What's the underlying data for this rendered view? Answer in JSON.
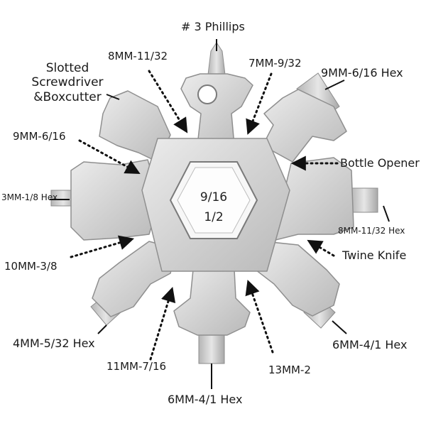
{
  "labels": {
    "phillips": "# 3 Phillips",
    "mm8_top": "8MM-11/32",
    "mm7": "7MM-9/32",
    "mm9_hex": "9MM-6/16 Hex",
    "slotted": "Slotted\nScrewdriver\n&Boxcutter",
    "mm9": "9MM-6/16",
    "bottle": "Bottle Opener",
    "mm3_hex": "3MM-1/8 Hex",
    "center_top": "9/16",
    "center_bottom": "1/2",
    "mm8_hex": "8MM-11/32 Hex",
    "mm10": "10MM-3/8",
    "twine": "Twine Knife",
    "mm4_hex": "4MM-5/32 Hex",
    "mm6_hex_right": "6MM-4/1 Hex",
    "mm11": "11MM-7/16",
    "mm13": "13MM-2",
    "mm6_hex_bottom": "6MM-4/1 Hex"
  },
  "colors": {
    "metal_light": "#e4e4e4",
    "metal_mid": "#c9c9c9",
    "metal_dark": "#9a9a9a",
    "leader": "#111111"
  }
}
